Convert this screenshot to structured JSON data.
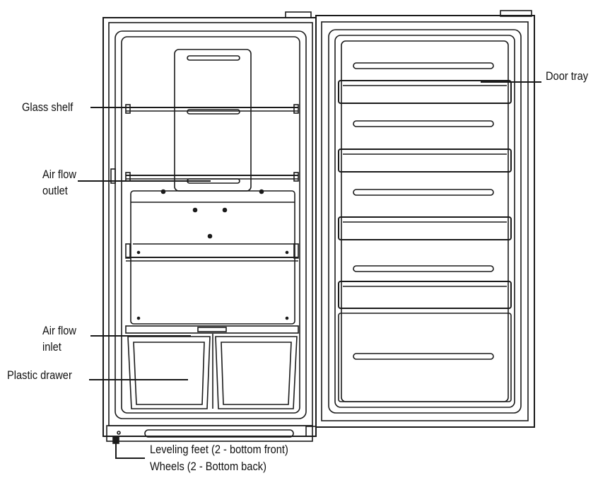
{
  "labels": {
    "glass_shelf": "Glass shelf",
    "air_flow_outlet": [
      "Air flow",
      "outlet"
    ],
    "air_flow_inlet": [
      "Air flow",
      "inlet"
    ],
    "plastic_drawer": "Plastic drawer",
    "door_tray": "Door tray",
    "leveling_feet": "Leveling feet (2 - bottom front)",
    "wheels": "Wheels (2 - Bottom back)"
  },
  "colors": {
    "line": "#1a1a1a",
    "background": "#ffffff"
  }
}
